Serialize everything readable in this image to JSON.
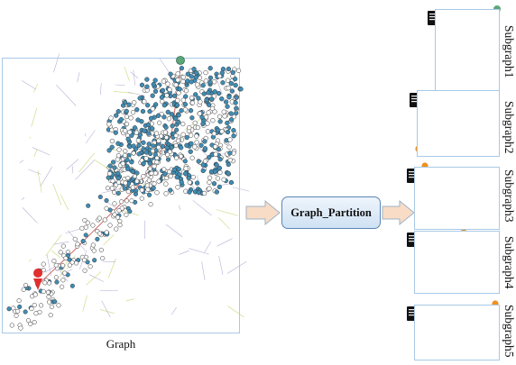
{
  "graph": {
    "label": "Graph"
  },
  "partition": {
    "label": "Graph_Partition"
  },
  "subgraphs": [
    {
      "label": "Subgraph1"
    },
    {
      "label": "Subgraph2"
    },
    {
      "label": "Subgraph3"
    },
    {
      "label": "Subgraph4"
    },
    {
      "label": "Subgraph5"
    }
  ],
  "colors": {
    "frame": "#a9c9e6",
    "node_fill": "#ffffff",
    "node_blue": "#3f8db5",
    "edge_purple": "#8a7fb8",
    "edge_red": "#d26b6b",
    "marker_orange": "#f0901e",
    "marker_red": "#e03030",
    "marker_green": "#5da77a",
    "arrow_fill": "#f8dcc6",
    "arrow_stroke": "#9fb3c6"
  },
  "icons": [
    "server-icon",
    "map-pin-icon"
  ]
}
